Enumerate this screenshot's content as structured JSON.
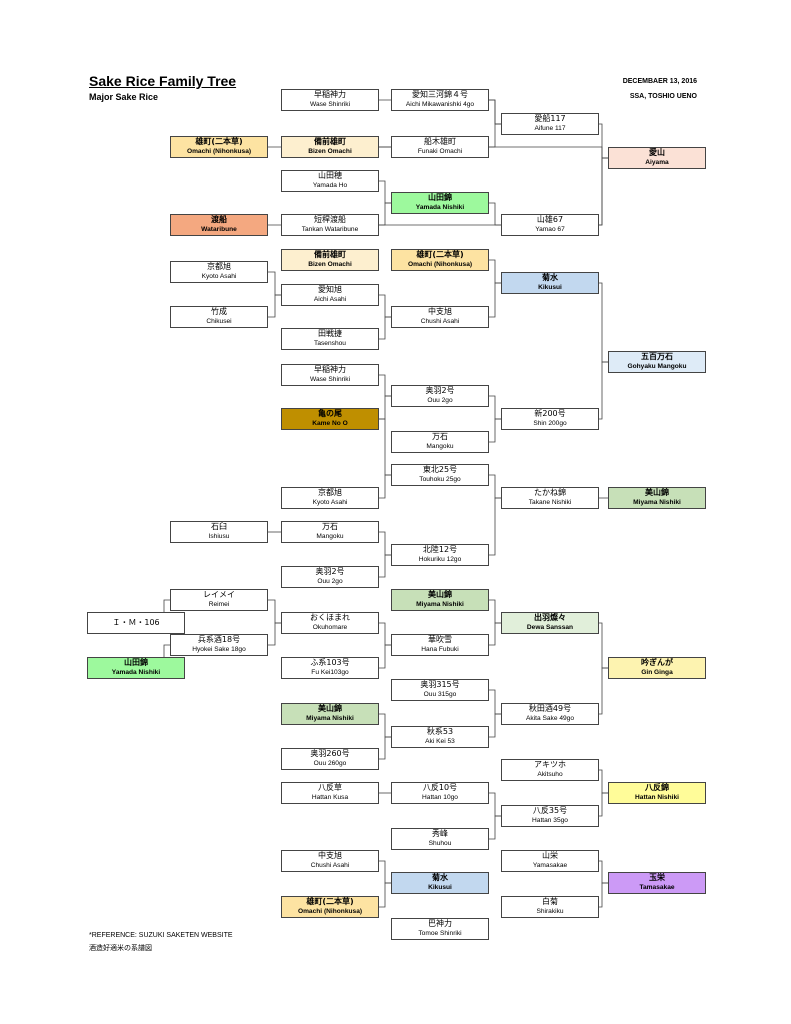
{
  "header": {
    "title": "Sake Rice Family Tree",
    "subtitle": "Major Sake Rice",
    "date": "DECEMBAER 13, 2016",
    "author": "SSA, TOSHIO UENO"
  },
  "footer": {
    "reference": "*REFERENCE:  SUZUKI SAKETEN WEBSITE",
    "reference_jp": "酒造好適米の系譜図"
  },
  "colors": {
    "line": "#444444",
    "white": "#ffffff",
    "omachi": "#fde3a2",
    "bizen": "#fdefcf",
    "wataribune": "#f4a880",
    "aiyama": "#fbe1d6",
    "kikusui": "#c2d8ef",
    "gohyaku": "#deebf7",
    "green": "#9df99d",
    "miyama": "#c7e0b8",
    "dewa": "#e1efda",
    "kame": "#bf8f00",
    "yellow": "#fdf3b0",
    "hattan": "#fffc99",
    "tamasakae": "#cc9af6"
  },
  "boxes": [
    {
      "id": "wase1",
      "jp": "早稲神力",
      "en": "Wase Shinriki",
      "color": "white"
    },
    {
      "id": "mikawa",
      "jp": "愛知三河錦４号",
      "en": "Aichi Mikawanishki 4go",
      "color": "white"
    },
    {
      "id": "aifune",
      "jp": "愛船117",
      "en": "Aifune 117",
      "color": "white"
    },
    {
      "id": "omachi1",
      "jp": "雄町(二本草)",
      "en": "Omachi (Nihonkusa)",
      "color": "omachi",
      "bold": true
    },
    {
      "id": "bizen1",
      "jp": "備前雄町",
      "en": "Bizen Omachi",
      "color": "bizen",
      "bold": true
    },
    {
      "id": "funaki",
      "jp": "船木雄町",
      "en": "Funaki Omachi",
      "color": "white"
    },
    {
      "id": "aiyama",
      "jp": "愛山",
      "en": "Aiyama",
      "color": "aiyama",
      "bold": true
    },
    {
      "id": "yamadaho",
      "jp": "山田穂",
      "en": "Yamada Ho",
      "color": "white"
    },
    {
      "id": "yamada1",
      "jp": "山田錦",
      "en": "Yamada Nishiki",
      "color": "green",
      "bold": true
    },
    {
      "id": "wataribune",
      "jp": "渡船",
      "en": "Wataribune",
      "color": "wataribune",
      "bold": true
    },
    {
      "id": "tankan",
      "jp": "短稈渡船",
      "en": "Tankan Wataribune",
      "color": "white"
    },
    {
      "id": "yamao",
      "jp": "山雄67",
      "en": "Yamao 67",
      "color": "white"
    },
    {
      "id": "kyoto1",
      "jp": "京都旭",
      "en": "Kyoto Asahi",
      "color": "white"
    },
    {
      "id": "bizen2",
      "jp": "備前雄町",
      "en": "Bizen Omachi",
      "color": "bizen",
      "bold": true
    },
    {
      "id": "omachi2",
      "jp": "雄町(二本草)",
      "en": "Omachi (Nihonkusa)",
      "color": "omachi",
      "bold": true
    },
    {
      "id": "kikusui1",
      "jp": "菊水",
      "en": "Kikusui",
      "color": "kikusui",
      "bold": true
    },
    {
      "id": "aichiasahi",
      "jp": "愛知旭",
      "en": "Aichi Asahi",
      "color": "white"
    },
    {
      "id": "chikusei",
      "jp": "竹成",
      "en": "Chikusei",
      "color": "white"
    },
    {
      "id": "chushi1",
      "jp": "中支旭",
      "en": "Chushi Asahi",
      "color": "white"
    },
    {
      "id": "tasenshou",
      "jp": "田戦捷",
      "en": "Tasenshou",
      "color": "white"
    },
    {
      "id": "gohyaku",
      "jp": "五百万石",
      "en": "Gohyaku Mangoku",
      "color": "gohyaku",
      "bold": true
    },
    {
      "id": "wase2",
      "jp": "早稲神力",
      "en": "Wase Shinriki",
      "color": "white"
    },
    {
      "id": "ouu2go1",
      "jp": "奥羽2号",
      "en": "Ouu 2go",
      "color": "white"
    },
    {
      "id": "kamenoo",
      "jp": "亀の尾",
      "en": "Kame No O",
      "color": "kame",
      "bold": true
    },
    {
      "id": "shin200",
      "jp": "新200号",
      "en": "Shin 200go",
      "color": "white"
    },
    {
      "id": "mangoku1",
      "jp": "万石",
      "en": "Mangoku",
      "color": "white"
    },
    {
      "id": "touhoku",
      "jp": "東北25号",
      "en": "Touhoku  25go",
      "color": "white"
    },
    {
      "id": "kyoto2",
      "jp": "京都旭",
      "en": "Kyoto Asahi",
      "color": "white"
    },
    {
      "id": "takane",
      "jp": "たかね錦",
      "en": "Takane Nishiki",
      "color": "white"
    },
    {
      "id": "miyama1",
      "jp": "美山錦",
      "en": "Miyama Nishiki",
      "color": "miyama",
      "bold": true
    },
    {
      "id": "ishiusu",
      "jp": "石臼",
      "en": "Ishiusu",
      "color": "white"
    },
    {
      "id": "mangoku2",
      "jp": "万石",
      "en": "Mangoku",
      "color": "white"
    },
    {
      "id": "hokuriku",
      "jp": "北陸12号",
      "en": "Hokuriku 12go",
      "color": "white"
    },
    {
      "id": "ouu2go2",
      "jp": "奥羽2号",
      "en": "Ouu 2go",
      "color": "white"
    },
    {
      "id": "reimei",
      "jp": "レイメイ",
      "en": "Reimei",
      "color": "white"
    },
    {
      "id": "miyama2",
      "jp": "美山錦",
      "en": "Miyama Nishiki",
      "color": "miyama",
      "bold": true
    },
    {
      "id": "im106",
      "jp": "Ｉ・Ｍ・106",
      "en": "",
      "color": "white",
      "oneline": true
    },
    {
      "id": "okuhomare",
      "jp": "おくほまれ",
      "en": "Okuhomare",
      "color": "white"
    },
    {
      "id": "dewa",
      "jp": "出羽燦々",
      "en": "Dewa Sanssan",
      "color": "dewa",
      "bold": true
    },
    {
      "id": "hyokei",
      "jp": "兵系酒18号",
      "en": "Hyokei Sake 18go",
      "color": "white"
    },
    {
      "id": "hanafubuki",
      "jp": "華吹雪",
      "en": "Hana Fubuki",
      "color": "white"
    },
    {
      "id": "yamada2",
      "jp": "山田錦",
      "en": "Yamada Nishiki",
      "color": "green",
      "bold": true
    },
    {
      "id": "fukei",
      "jp": "ふ系103号",
      "en": "Fu Kei103go",
      "color": "white"
    },
    {
      "id": "ginginga",
      "jp": "吟ぎんが",
      "en": "Gin Ginga",
      "color": "yellow",
      "bold": true
    },
    {
      "id": "ouu315",
      "jp": "奥羽315号",
      "en": "Ouu 315go",
      "color": "white"
    },
    {
      "id": "miyama3",
      "jp": "美山錦",
      "en": "Miyama Nishiki",
      "color": "miyama",
      "bold": true
    },
    {
      "id": "akita",
      "jp": "秋田酒49号",
      "en": "Akita Sake 49go",
      "color": "white"
    },
    {
      "id": "akikei",
      "jp": "秋系53",
      "en": "Aki Kei 53",
      "color": "white"
    },
    {
      "id": "ouu260",
      "jp": "奥羽260号",
      "en": "Ouu 260go",
      "color": "white"
    },
    {
      "id": "akitsuho",
      "jp": "アキツホ",
      "en": "Akitsuho",
      "color": "white"
    },
    {
      "id": "hattankusa",
      "jp": "八反草",
      "en": "Hattan Kusa",
      "color": "white"
    },
    {
      "id": "hattan10",
      "jp": "八反10号",
      "en": "Hattan 10go",
      "color": "white"
    },
    {
      "id": "hattannishiki",
      "jp": "八反錦",
      "en": "Hattan Nishiki",
      "color": "hattan",
      "bold": true
    },
    {
      "id": "hattan35",
      "jp": "八反35号",
      "en": "Hattan 35go",
      "color": "white"
    },
    {
      "id": "shuhou",
      "jp": "秀峰",
      "en": "Shuhou",
      "color": "white"
    },
    {
      "id": "chushi2",
      "jp": "中支旭",
      "en": "Chushi Asahi",
      "color": "white"
    },
    {
      "id": "yamasakae",
      "jp": "山栄",
      "en": "Yamasakae",
      "color": "white"
    },
    {
      "id": "kikusui2",
      "jp": "菊水",
      "en": "Kikusui",
      "color": "kikusui",
      "bold": true
    },
    {
      "id": "tamasakae",
      "jp": "玉栄",
      "en": "Tamasakae",
      "color": "tamasakae",
      "bold": true
    },
    {
      "id": "omachi3",
      "jp": "雄町(二本草)",
      "en": "Omachi (Nihonkusa)",
      "color": "omachi",
      "bold": true
    },
    {
      "id": "shirakiku",
      "jp": "白菊",
      "en": "Shirakiku",
      "color": "white"
    },
    {
      "id": "tomoe",
      "jp": "巴神力",
      "en": "Tomoe Shinriki",
      "color": "white"
    }
  ]
}
